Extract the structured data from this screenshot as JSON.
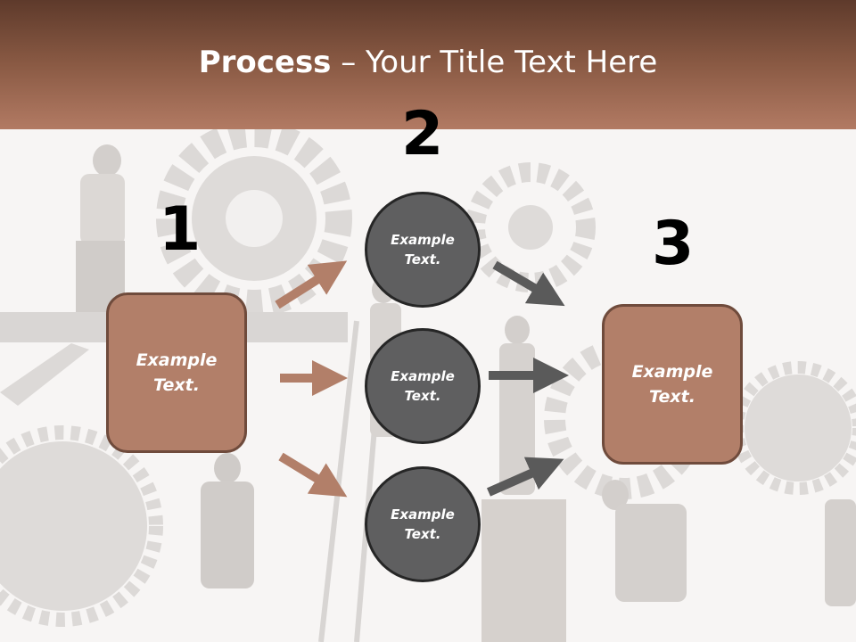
{
  "slide": {
    "title_bold": "Process",
    "title_rest": " – Your Title Text Here"
  },
  "steps": {
    "one": "1",
    "two": "2",
    "three": "3"
  },
  "boxes": {
    "left": "Example Text.",
    "right": "Example Text."
  },
  "circles": {
    "top": "Example Text.",
    "middle": "Example Text.",
    "bottom": "Example Text."
  },
  "colors": {
    "header_dark": "#5e3a2b",
    "header_light": "#b27a63",
    "box_fill": "#b27f69",
    "box_border": "#6f4b3c",
    "circle_fill": "#5f5f60",
    "arrow_brown": "#b27f69",
    "arrow_gray": "#5a5a5a"
  }
}
